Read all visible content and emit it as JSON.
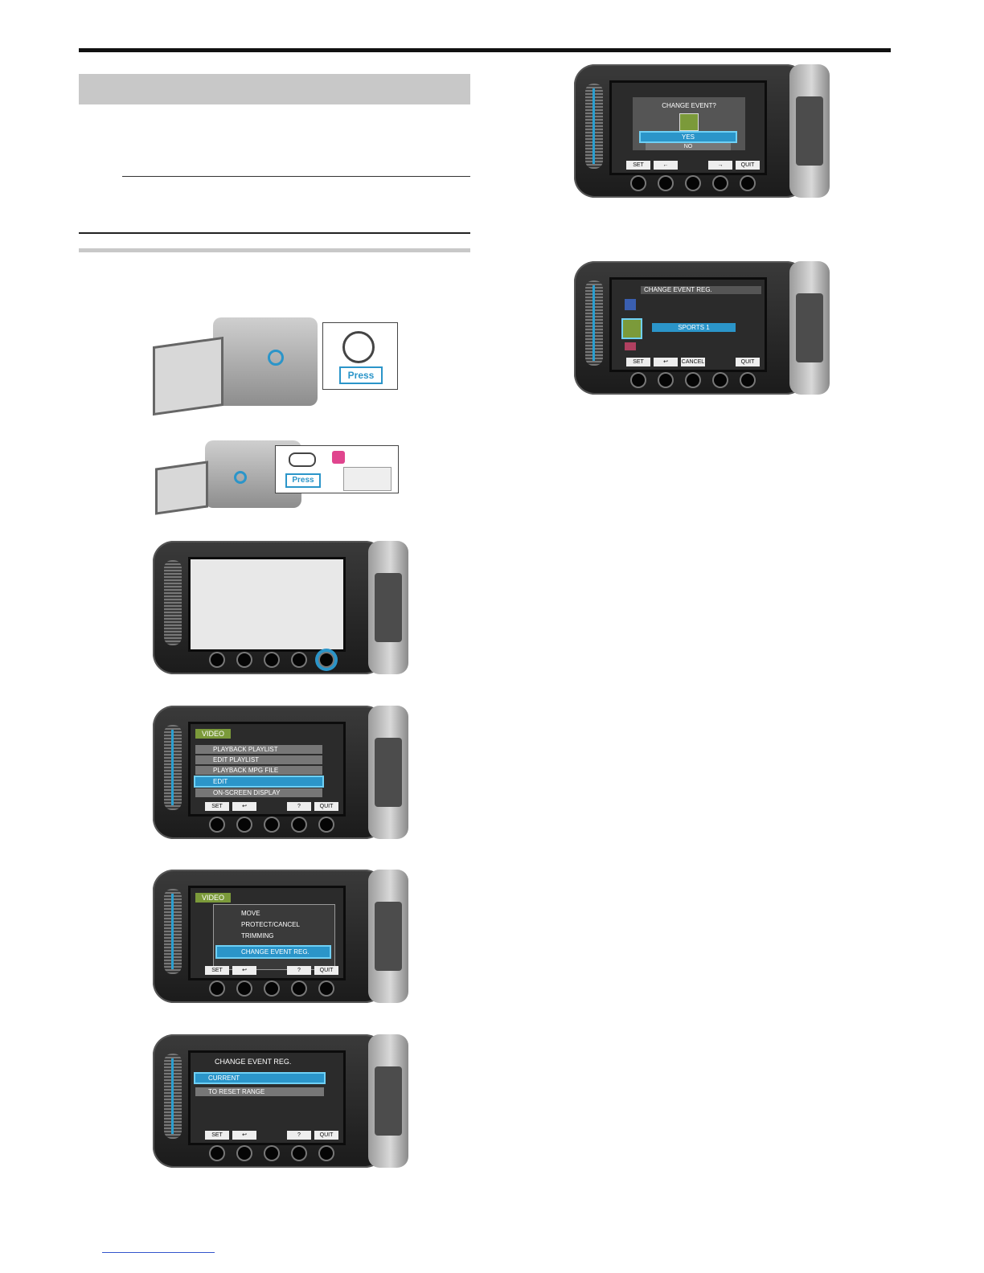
{
  "press_label": "Press",
  "screens": {
    "menu": {
      "title": "VIDEO",
      "items": [
        "PLAYBACK PLAYLIST",
        "EDIT PLAYLIST",
        "PLAYBACK MPG FILE",
        "EDIT",
        "ON-SCREEN DISPLAY"
      ],
      "selected": "EDIT",
      "softkeys": [
        "SET",
        "↩",
        "?",
        "QUIT"
      ]
    },
    "edit_menu": {
      "title": "VIDEO",
      "items": [
        "MOVE",
        "PROTECT/CANCEL",
        "TRIMMING",
        "CHANGE EVENT REG."
      ],
      "selected": "CHANGE EVENT REG.",
      "softkeys": [
        "SET",
        "↩",
        "?",
        "QUIT"
      ]
    },
    "change_event_menu": {
      "title": "CHANGE EVENT REG.",
      "items": [
        "CURRENT",
        "TO RESET RANGE"
      ],
      "selected": "CURRENT",
      "softkeys": [
        "SET",
        "↩",
        "?",
        "QUIT"
      ]
    },
    "confirm": {
      "question": "CHANGE EVENT?",
      "yes": "YES",
      "no": "NO",
      "softkeys": [
        "SET",
        "←",
        "→",
        "QUIT"
      ]
    },
    "event_select": {
      "title": "CHANGE EVENT REG.",
      "event_label": "SPORTS 1",
      "softkeys": [
        "SET",
        "↩",
        "CANCEL",
        "QUIT"
      ]
    }
  }
}
